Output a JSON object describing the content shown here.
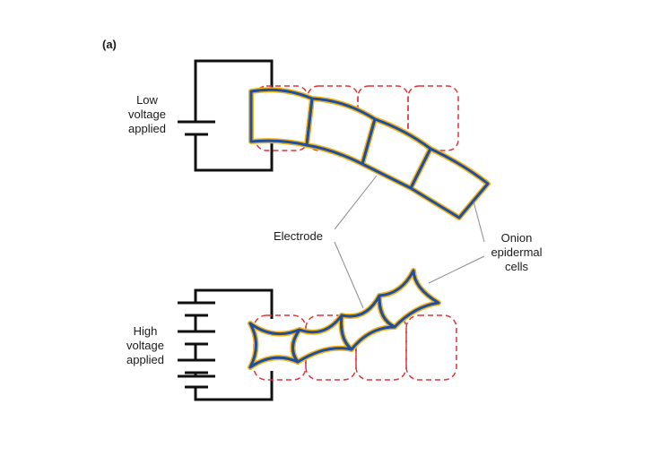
{
  "panel_label": "(a)",
  "top_circuit": {
    "label_lines": [
      "Low",
      "voltage",
      "applied"
    ]
  },
  "bottom_circuit": {
    "label_lines": [
      "High",
      "voltage",
      "applied"
    ]
  },
  "electrode_label": "Electrode",
  "cells_label_lines": [
    "Onion",
    "epidermal",
    "cells"
  ],
  "colors": {
    "wire": "#111111",
    "cell_outline_dashed": "#e0343a",
    "electrode_outer": "#f2b417",
    "electrode_inner": "#1e4fa3",
    "leader": "#8a8a8a"
  }
}
